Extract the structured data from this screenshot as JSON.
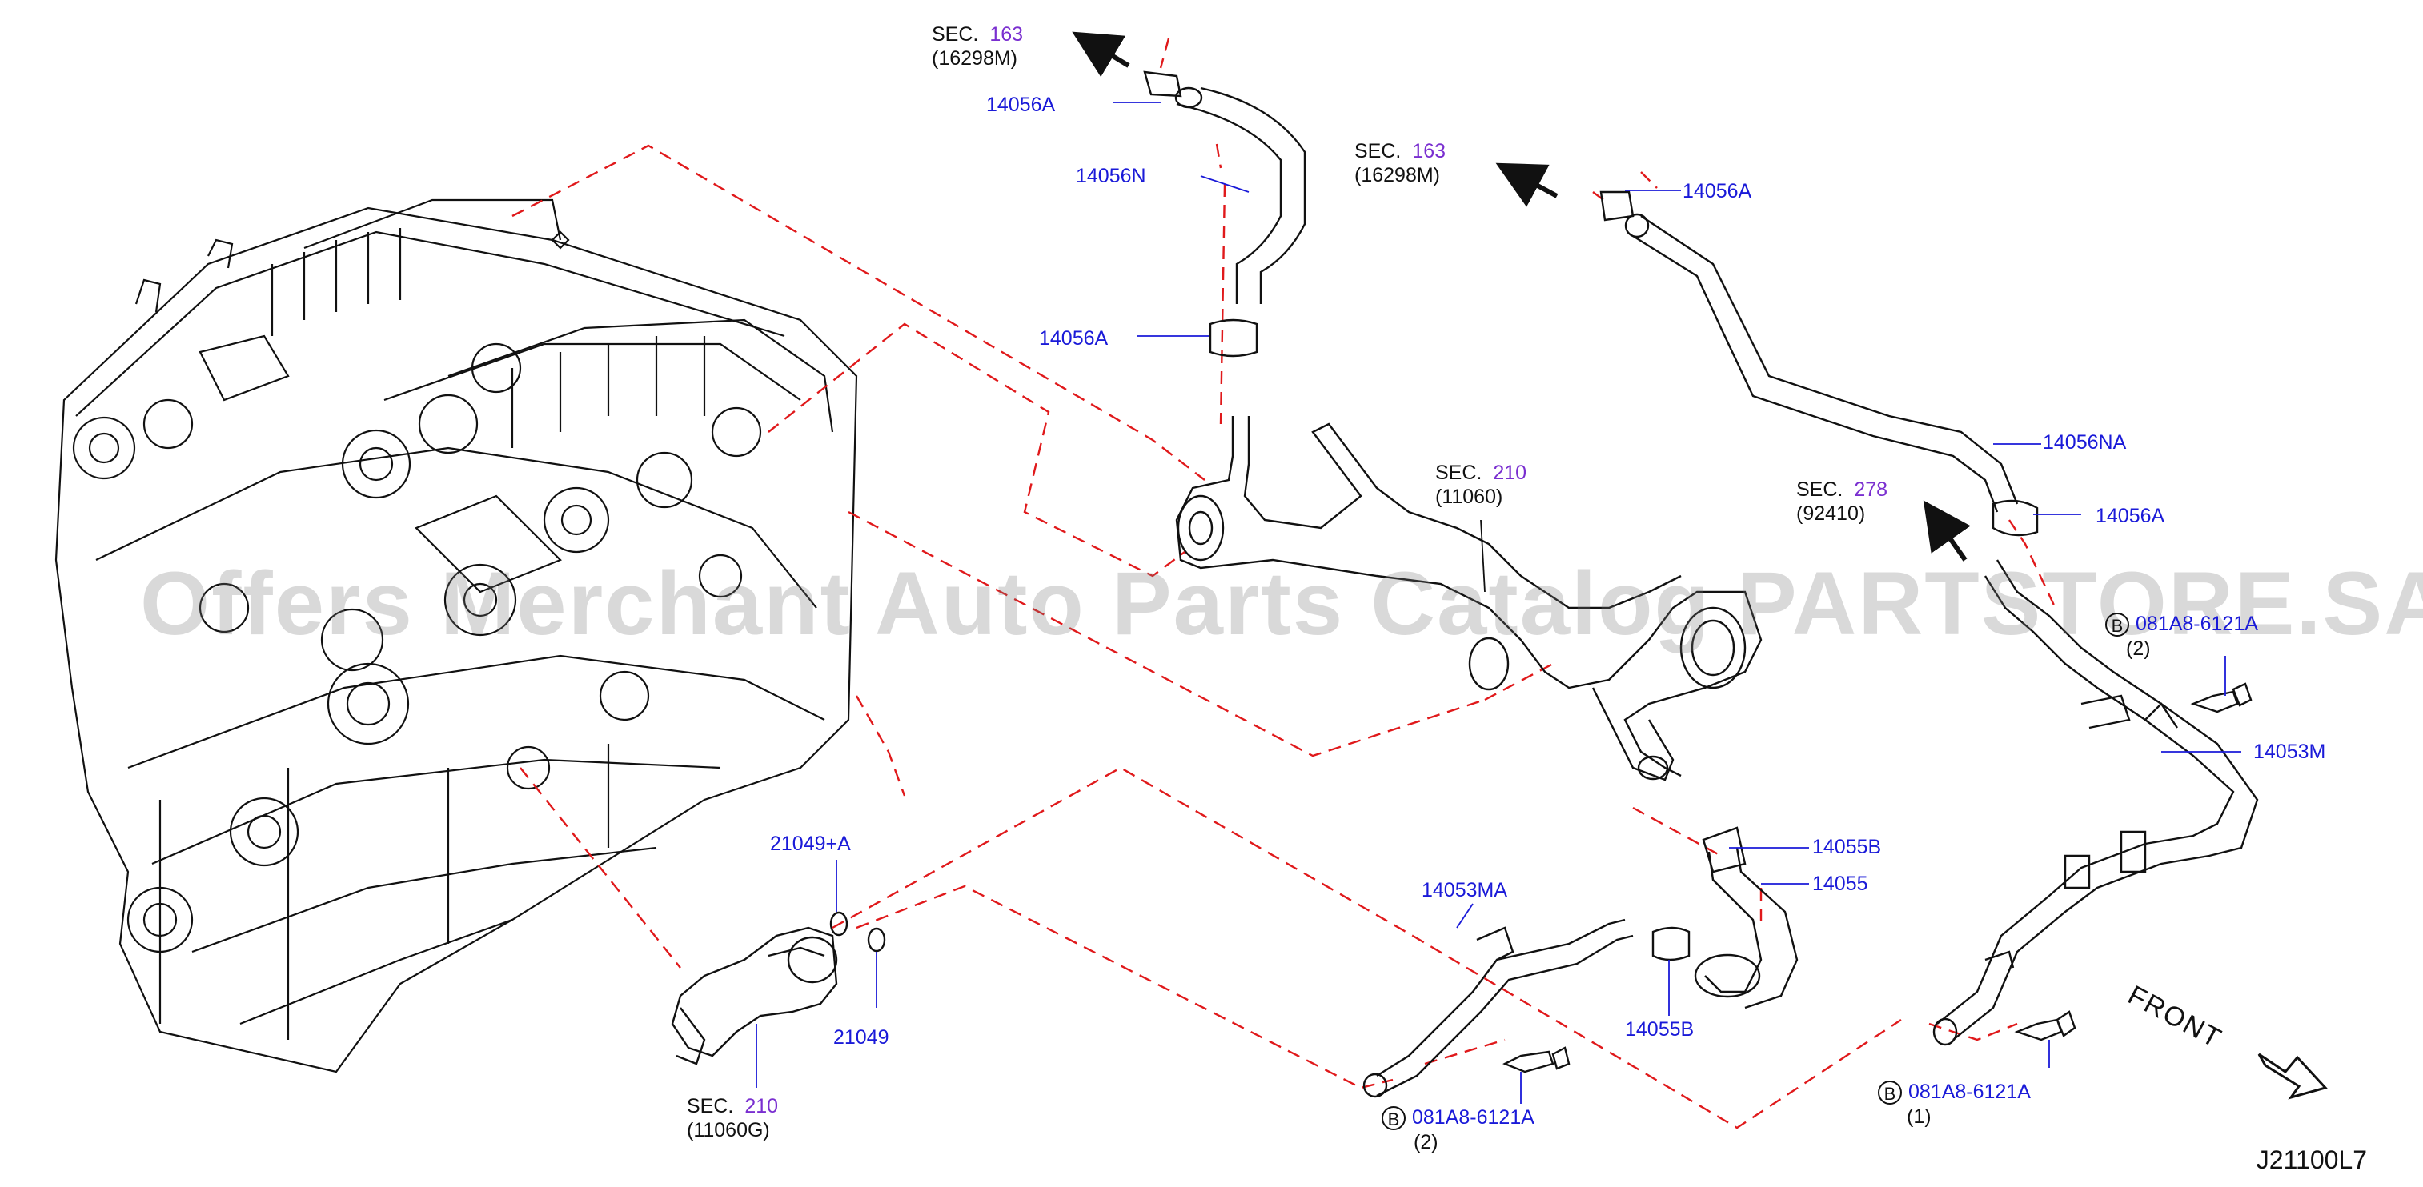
{
  "diagram": {
    "code": "J21100L7",
    "front_label": "FRONT",
    "watermark": "Offers Merchant Auto Parts Catalog PARTSTORE.SA",
    "sections": [
      {
        "sec": "SEC.",
        "num": "163",
        "ref": "(16298M)"
      },
      {
        "sec": "SEC.",
        "num": "163",
        "ref": "(16298M)"
      },
      {
        "sec": "SEC.",
        "num": "210",
        "ref": "(11060)"
      },
      {
        "sec": "SEC.",
        "num": "278",
        "ref": "(92410)"
      },
      {
        "sec": "SEC.",
        "num": "210",
        "ref": "(11060G)"
      }
    ],
    "part_labels": [
      "14056A",
      "14056N",
      "14056A",
      "14056A",
      "14056NA",
      "14056A",
      "081A8-6121A",
      "14053M",
      "14055B",
      "14055",
      "14053MA",
      "14055B",
      "21049+A",
      "21049",
      "081A8-6121A",
      "081A8-6121A"
    ],
    "bolt_markers": [
      {
        "letter": "B",
        "qty": "(2)"
      },
      {
        "letter": "B",
        "qty": "(2)"
      },
      {
        "letter": "B",
        "qty": "(1)"
      }
    ],
    "colors": {
      "part_number": "#1a1ad8",
      "section_number": "#7a2fd0",
      "dash_line": "#e0191b",
      "ink": "#111111"
    }
  }
}
